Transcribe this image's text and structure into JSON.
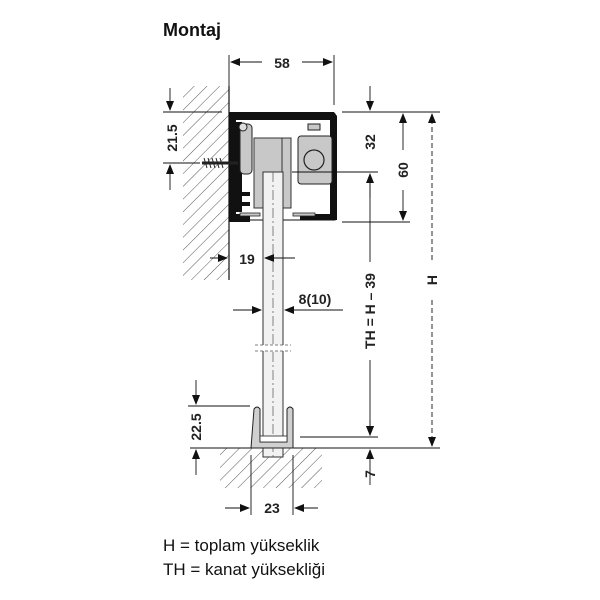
{
  "title": "Montaj",
  "dimensions": {
    "width_profile": "58",
    "screw_offset": "21.5",
    "top_to_glass": "32",
    "profile_height": "60",
    "wall_to_glass": "19",
    "glass_thickness": "8(10)",
    "panel_height": "TH = H – 39",
    "total_height": "H",
    "floor_guide_height": "22.5",
    "floor_gap": "7",
    "floor_guide_width": "23"
  },
  "legend": [
    "H = toplam yükseklik",
    "TH = kanat yüksekliği"
  ]
}
